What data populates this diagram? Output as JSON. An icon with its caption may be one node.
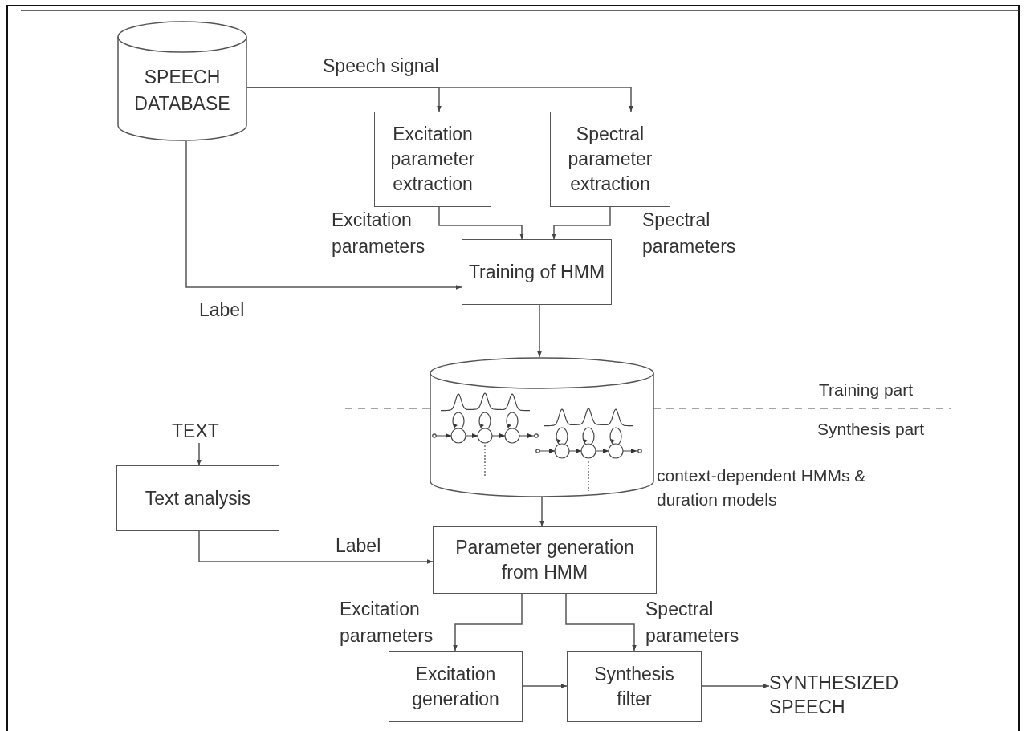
{
  "diagram": {
    "nodes": [
      {
        "text": [
          "SPEECH DATABASE"
        ]
      },
      {
        "text": [
          "Excitation parameter extraction"
        ]
      },
      {
        "text": [
          "Spectral parameter extraction"
        ]
      },
      {
        "text": [
          "Training of HMM"
        ]
      },
      {
        "text": [],
        "shape": "cylinder",
        "beside": [
          "context-dependent HMMs & duration models"
        ]
      },
      {
        "text": [
          "TEXT"
        ]
      },
      {
        "text": [
          "Text analysis"
        ]
      },
      {
        "text": [
          "Parameter generation from HMM"
        ]
      },
      {
        "text": [
          "Excitation generation"
        ]
      },
      {
        "text": [
          "Synthesis filter"
        ]
      },
      {
        "text": [
          "SYNTHESIZED SPEECH"
        ]
      }
    ],
    "edges": [
      {
        "from": 0,
        "to": 1,
        "arrow": "to",
        "label": "Speech signal"
      },
      {
        "from": 0,
        "to": 2,
        "arrow": "to"
      },
      {
        "from": 1,
        "to": 3,
        "arrow": "to",
        "label": "Excitation parameters"
      },
      {
        "from": 2,
        "to": 3,
        "arrow": "to",
        "label": "Spectral parameters"
      },
      {
        "from": 0,
        "to": 3,
        "arrow": "to",
        "label": "Label"
      },
      {
        "from": 3,
        "to": 4,
        "arrow": "to"
      },
      {
        "from": 4,
        "to": 7,
        "arrow": "to"
      },
      {
        "from": 5,
        "to": 6,
        "arrow": "to"
      },
      {
        "from": 6,
        "to": 7,
        "arrow": "to",
        "label": "Label"
      },
      {
        "from": 7,
        "to": 8,
        "arrow": "to",
        "label": "Excitation parameters"
      },
      {
        "from": 7,
        "to": 9,
        "arrow": "to",
        "label": "Spectral parameters"
      },
      {
        "from": 8,
        "to": 9,
        "arrow": "to"
      },
      {
        "from": 9,
        "to": 10,
        "arrow": "to"
      }
    ],
    "labels": [
      "Training part",
      "Synthesis part"
    ]
  }
}
